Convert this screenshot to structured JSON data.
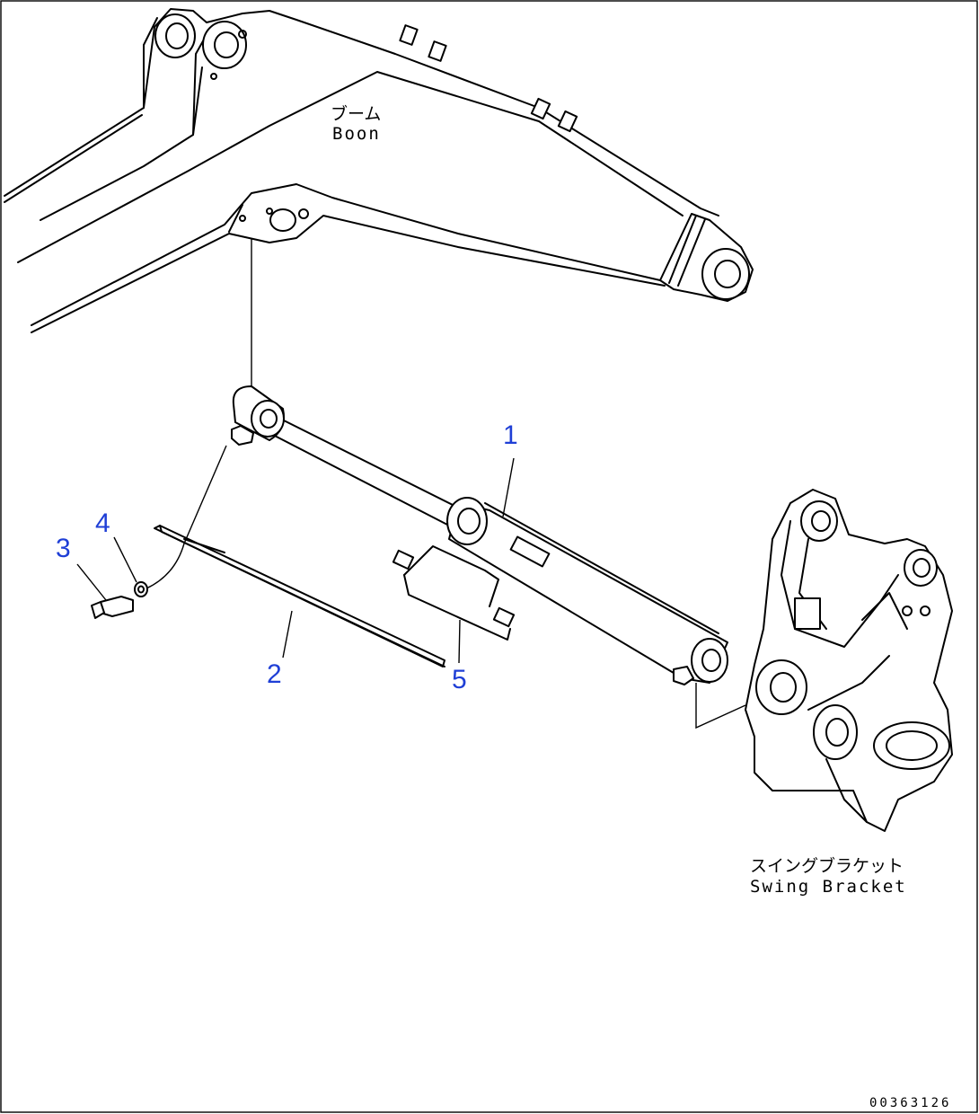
{
  "diagram": {
    "labels": {
      "boom_jp": "ブーム",
      "boom_en": "Boon",
      "swing_bracket_jp": "スイングブラケット",
      "swing_bracket_en": "Swing Bracket"
    },
    "callouts": [
      {
        "id": "1",
        "part": "cylinder"
      },
      {
        "id": "2",
        "part": "cover"
      },
      {
        "id": "3",
        "part": "bolt"
      },
      {
        "id": "4",
        "part": "washer"
      },
      {
        "id": "5",
        "part": "bracket"
      }
    ],
    "drawing_code": "00363126",
    "colors": {
      "callout": "#1f3fd6",
      "line": "#000000",
      "background": "#ffffff"
    }
  }
}
